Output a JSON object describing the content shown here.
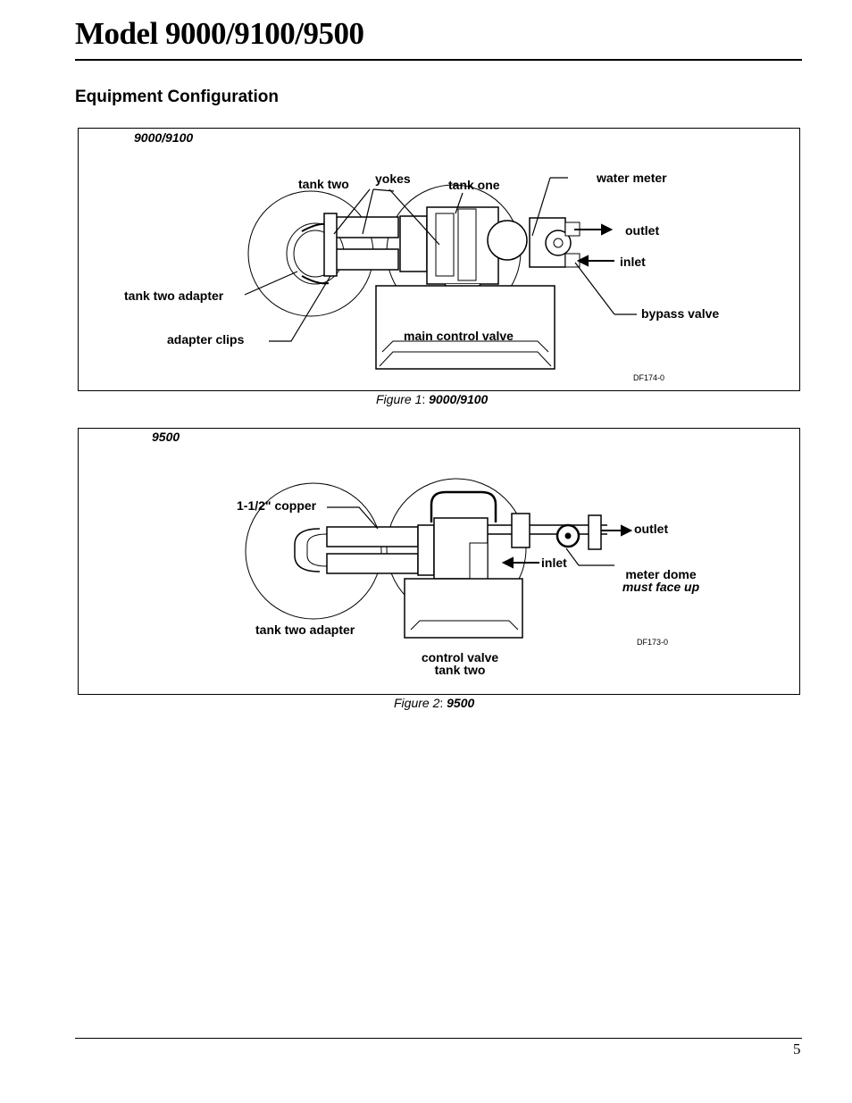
{
  "header": {
    "title": "Model 9000/9100/9500"
  },
  "section": {
    "title": "Equipment Configuration"
  },
  "figure1": {
    "panel_label": "9000/9100",
    "labels": {
      "tank_two": "tank two",
      "yokes": "yokes",
      "tank_one": "tank one",
      "water_meter": "water meter",
      "outlet": "outlet",
      "inlet": "inlet",
      "tank_two_adapter": "tank two adapter",
      "bypass_valve": "bypass valve",
      "adapter_clips": "adapter clips",
      "main_control_valve": "main control valve",
      "code": "DF174-0"
    },
    "caption_prefix": "Figure 1",
    "caption_sep": ": ",
    "caption_name": "9000/9100"
  },
  "figure2": {
    "panel_label": "9500",
    "labels": {
      "copper": "1-1/2\" copper",
      "outlet": "outlet",
      "inlet": "inlet",
      "meter_dome": "meter dome",
      "must_face_up": "must face up",
      "tank_two_adapter": "tank two adapter",
      "code": "DF173-0",
      "control_valve": "control valve",
      "tank_two": "tank two"
    },
    "caption_prefix": "Figure 2",
    "caption_sep": ": ",
    "caption_name": "9500"
  },
  "footer": {
    "page_number": "5"
  }
}
